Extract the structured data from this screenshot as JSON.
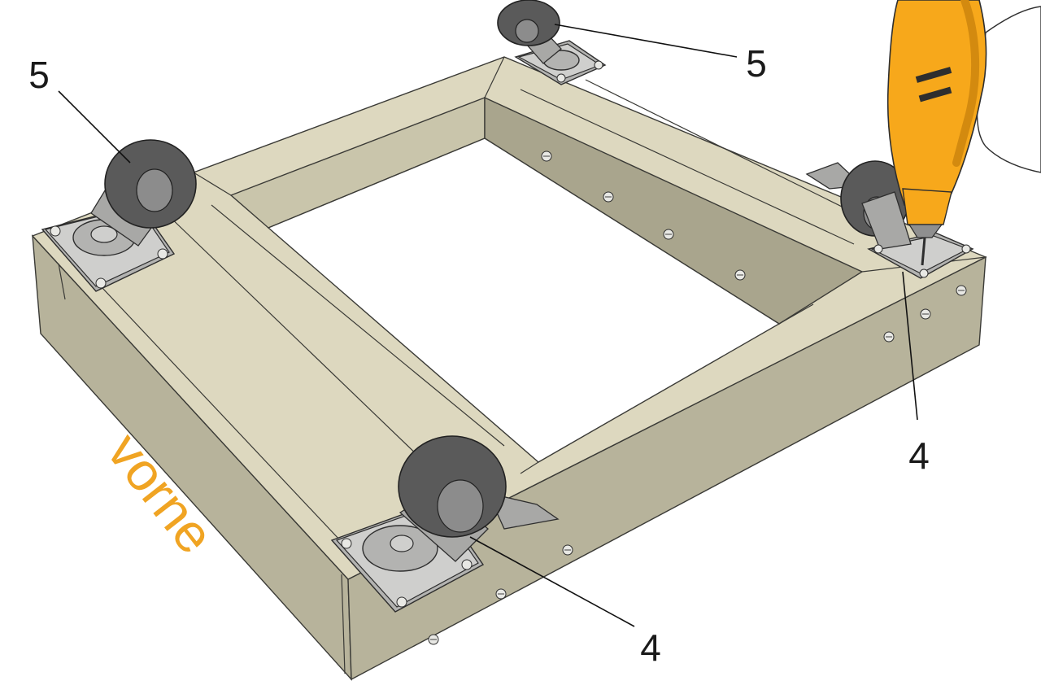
{
  "callouts": {
    "caster_left_top": "5",
    "caster_back": "5",
    "caster_right": "4",
    "caster_front": "4"
  },
  "front_label": "vorne",
  "colors": {
    "wood": "#ddd8bf",
    "wood_side": "#b7b39b",
    "caster_plate": "#b3b3b1",
    "tire": "#5a5a5a",
    "drill_body": "#f7a81b",
    "front_label": "#f0a423"
  },
  "icons": [
    "caster-wheel-icon",
    "drill-icon",
    "screw-icon"
  ]
}
